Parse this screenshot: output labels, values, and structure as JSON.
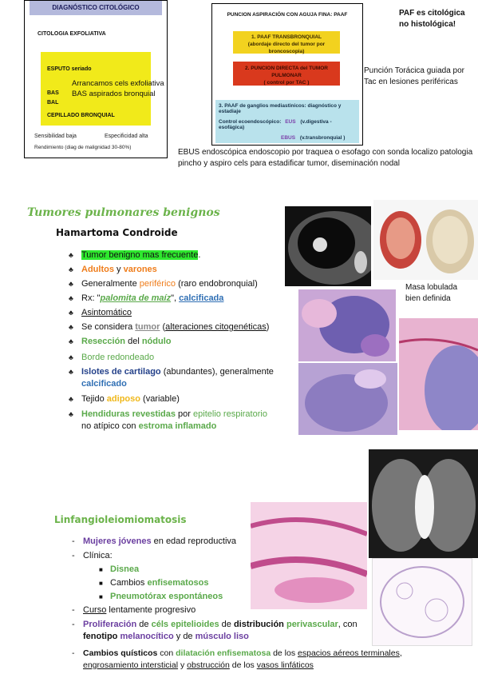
{
  "cytology": {
    "title": "DIAGNÓSTICO CITOLÓGICO",
    "exfoliative": "CITOLOGIA EXFOLIATIVA",
    "yellow": {
      "esputo": "ESPUTO seriado",
      "bas": "BAS",
      "bal": "BAL",
      "cepillado": "CEPILLADO BRONQUIAL"
    },
    "annotation_lines": [
      "Arrancamos cels exfoliativa",
      "BAS aspirados bronquial"
    ],
    "sensibilidad": "Sensibilidad baja",
    "especificidad": "Especificidad alta",
    "rendimiento": "Rendimiento (diag de malignidad 30-80%)"
  },
  "paaf": {
    "title": "PUNCION ASPIRACIÓN CON AGUJA FINA: PAAF",
    "item1": [
      "1. PAAF TRANSBRONQUIAL",
      "(abordaje directo del tumor por broncoscopia)"
    ],
    "item2": [
      "2. PUNCION DIRECTA del TUMOR PULMONAR",
      "( control por TAC )"
    ],
    "item3": {
      "line1": "3. PAAF de ganglios mediastinicos: diagnóstico y estadiaje",
      "control_label": "Control ecoendoscópico:",
      "eus": "EUS",
      "eus_desc": "(v.digestiva - esofágica)",
      "ebus": "EBUS",
      "ebus_desc": "(v.transbronquial )"
    }
  },
  "notes": {
    "paf": [
      "PAF es citológica",
      "no histológica!"
    ],
    "puncion": "Punción Torácica guiada por Tac en lesiones periféricas",
    "ebus": "EBUS endoscópica endoscopio por traquea o esofago con sonda localizo patologia pincho y aspiro cels para estadificar tumor, diseminación nodal"
  },
  "tumores": {
    "title": "Tumores pulmonares benignos",
    "hamartoma": "Hamartoma Condroide",
    "bullets": {
      "b1": "Tumor benigno mas frecuente",
      "b1_end": ".",
      "b2_a": "Adultos",
      "b2_y": " y ",
      "b2_b": "varones",
      "b3_a": "Generalmente ",
      "b3_b": "periférico",
      "b3_c": " (raro endobronquial)",
      "b4_a": "Rx: \"",
      "b4_b": "palomita de maíz",
      "b4_c": "\", ",
      "b4_d": "calcificada",
      "b5": "Asintomático",
      "b6_a": "Se considera ",
      "b6_b": "tumor",
      "b6_c": " (",
      "b6_d": "alteraciones citogenéticas",
      "b6_e": ")",
      "b7_a": "Resección",
      "b7_b": " del ",
      "b7_c": "nódulo",
      "b8": "Borde redondeado",
      "b9_a": "Islotes de cartilago",
      "b9_b": " (abundantes), generalmente",
      "b9_c": "calcificado",
      "b10_a": "Tejido ",
      "b10_b": "adiposo",
      "b10_c": " (variable)",
      "b11_a": "Hendiduras revestidas",
      "b11_b": " por ",
      "b11_c": "epitelio respiratorio",
      "b11_d": "no atípico con ",
      "b11_e": "estroma inflamado"
    },
    "caption": [
      "Masa lobulada",
      "bien definida"
    ]
  },
  "linf": {
    "title": "Linfangioleiomiomatosis",
    "l1_a": "Mujeres jóvenes",
    "l1_b": " en edad reproductiva",
    "l2": "Clínica:",
    "s1": "Disnea",
    "s2_a": "Cambios ",
    "s2_b": "enfisematosos",
    "s3": "Pneumotórax espontáneos",
    "l3_a": "Curso",
    "l3_b": " lentamente progresivo",
    "l4_a": "Proliferación",
    "l4_b": " de ",
    "l4_c": "céls epitelioides",
    "l4_d": " de ",
    "l4_e": "distribución",
    "l4_f": " ",
    "l4_g": "perivascular",
    "l4_h": ", con",
    "l4_i": "fenotipo",
    "l4_j": " ",
    "l4_k": "melanocítico",
    "l4_l": " y de ",
    "l4_m": "músculo liso",
    "l5_a": "Cambios quísticos",
    "l5_b": " con ",
    "l5_c": "dilatación enfisematosa",
    "l5_d": " de los ",
    "l5_e": "espacios aéreos terminales",
    "l5_f": ",",
    "l5_g": "engrosamiento intersticial",
    "l5_h": " y ",
    "l5_i": "obstrucción",
    "l5_j": " de los ",
    "l5_k": "vasos linfáticos"
  },
  "colors": {
    "green_title": "#6bb34a",
    "highlight_green": "#2ee82e",
    "orange": "#ef7d1b",
    "purple": "#6b3fa0",
    "blue": "#2f6fb4"
  }
}
